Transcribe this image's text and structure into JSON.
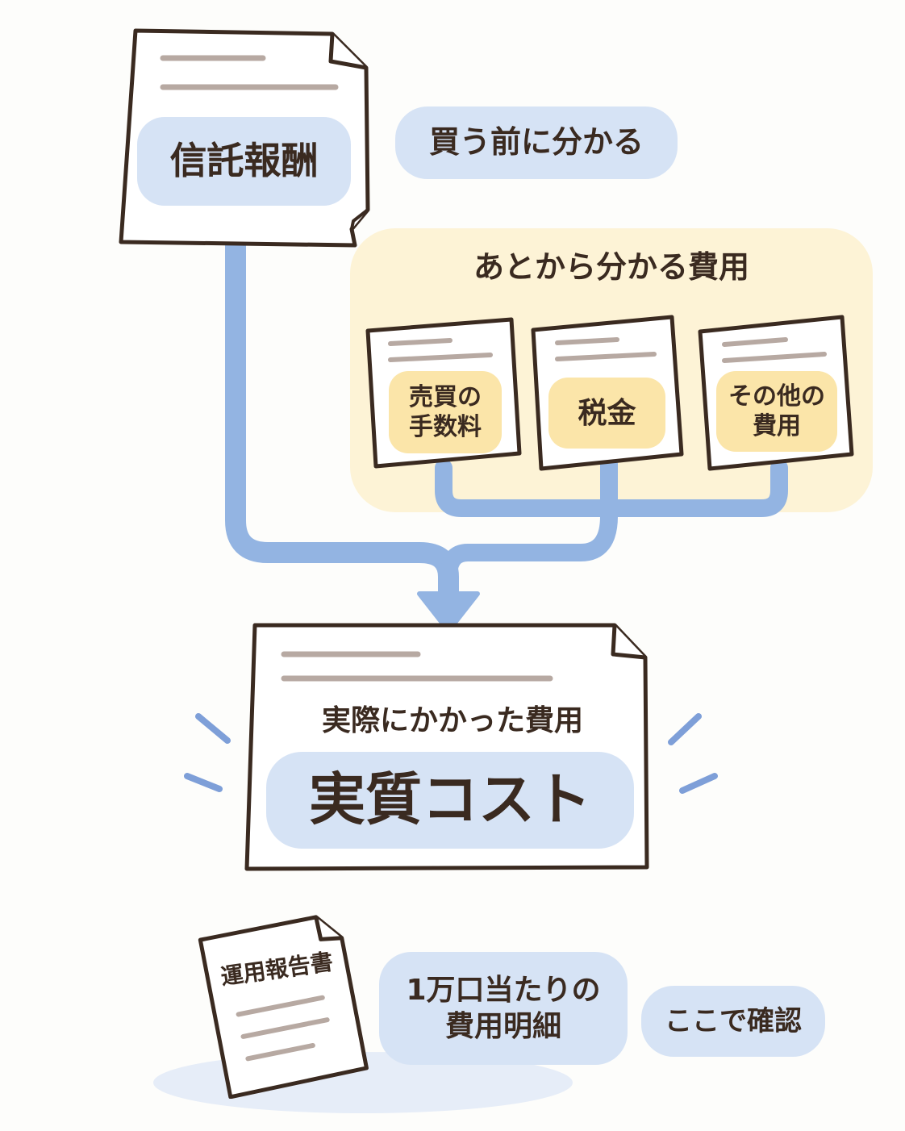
{
  "trust_fee": {
    "label": "信託報酬",
    "note": "買う前に分かる"
  },
  "later_costs": {
    "title": "あとから分かる費用",
    "items": [
      {
        "label": "売買の\n手数料"
      },
      {
        "label": "税金"
      },
      {
        "label": "その他の\n費用"
      }
    ]
  },
  "result": {
    "caption": "実際にかかった費用",
    "label": "実質コスト"
  },
  "report": {
    "label": "運用報告書",
    "detail": "1万口当たりの\n費用明細",
    "note": "ここで確認"
  },
  "colors": {
    "ink": "#3a2a20",
    "flow": "#93b4e2",
    "blue_fill": "#d6e3f5",
    "yellow_panel": "#fdf3d6",
    "yellow_fill": "#fbe5a9",
    "line_grey": "#b7a9a2"
  }
}
